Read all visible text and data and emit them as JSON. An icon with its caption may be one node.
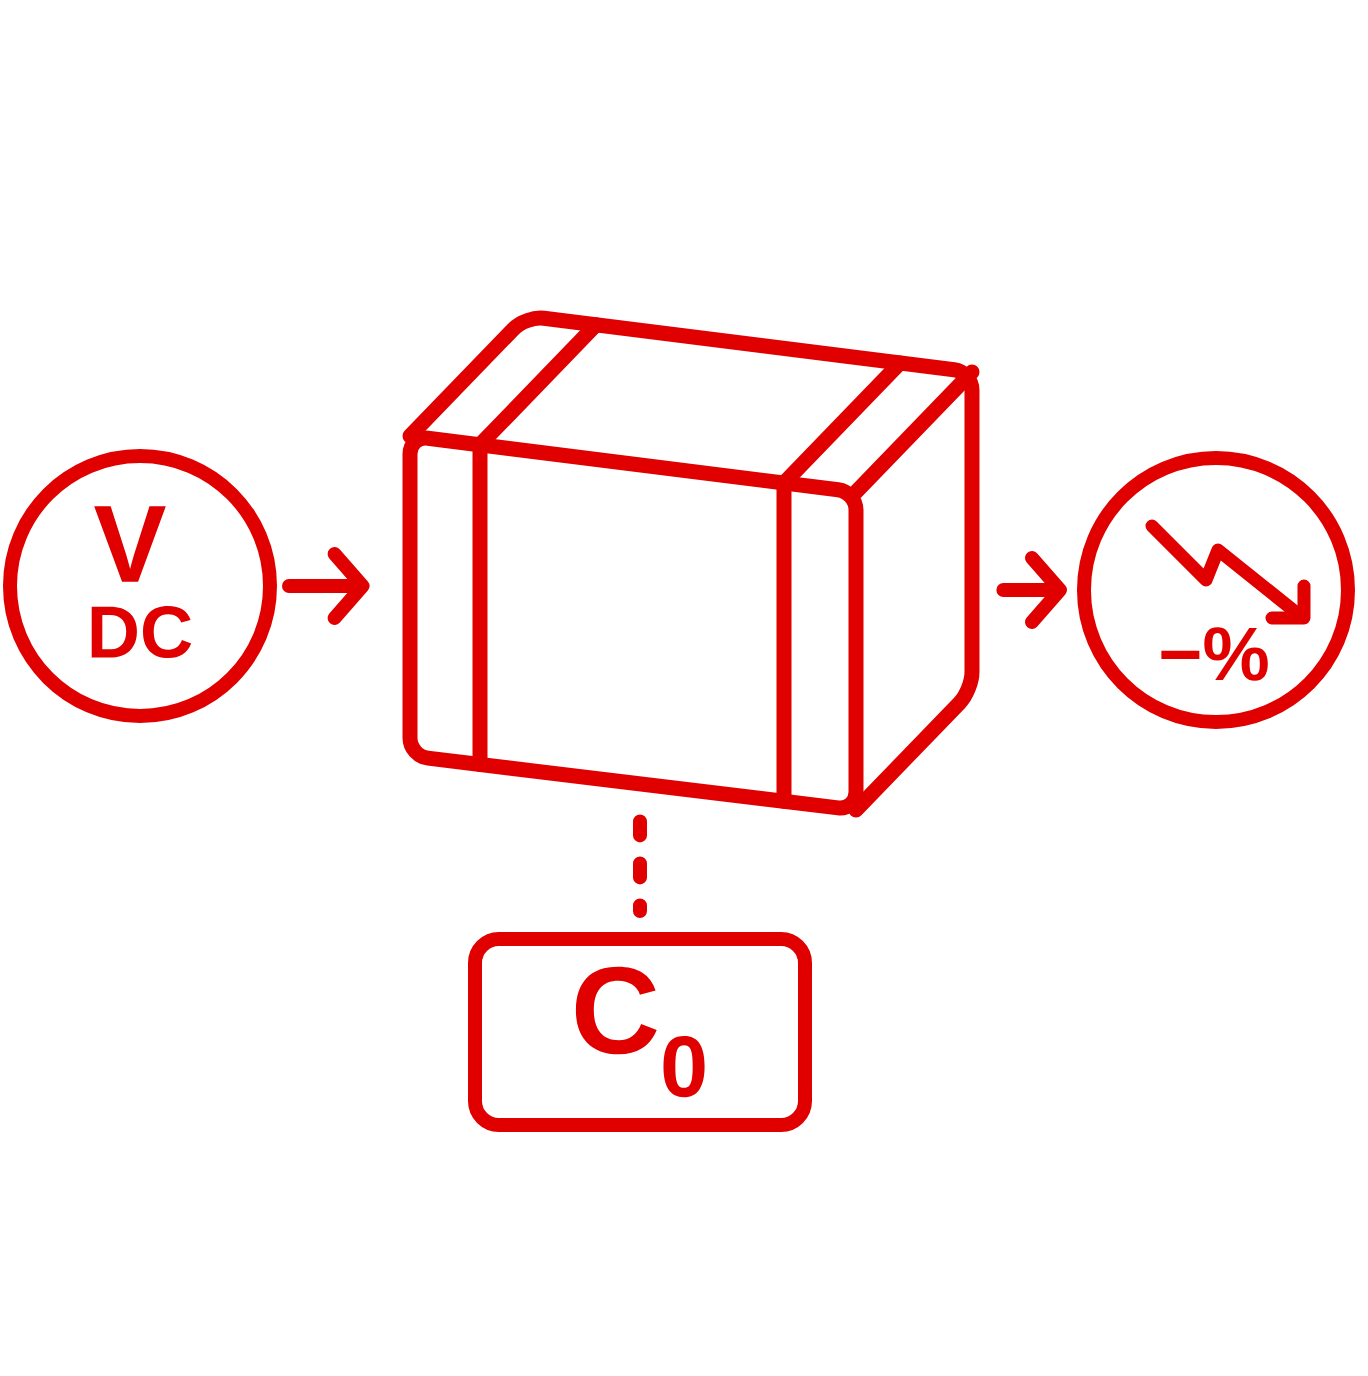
{
  "diagram": {
    "nodes": [
      {
        "text": [
          "V",
          "DC"
        ]
      },
      {
        "text": [],
        "shape": "picture"
      },
      {
        "text": [
          "−%"
        ]
      },
      {
        "text": [
          "C$_{0}$"
        ]
      }
    ],
    "edges": [
      {
        "from": 0,
        "to": 1,
        "arrow": "to"
      },
      {
        "from": 1,
        "to": 2,
        "arrow": "to"
      },
      {
        "from": 1,
        "to": 3,
        "arrow": "none",
        "style": "dashed"
      }
    ]
  }
}
